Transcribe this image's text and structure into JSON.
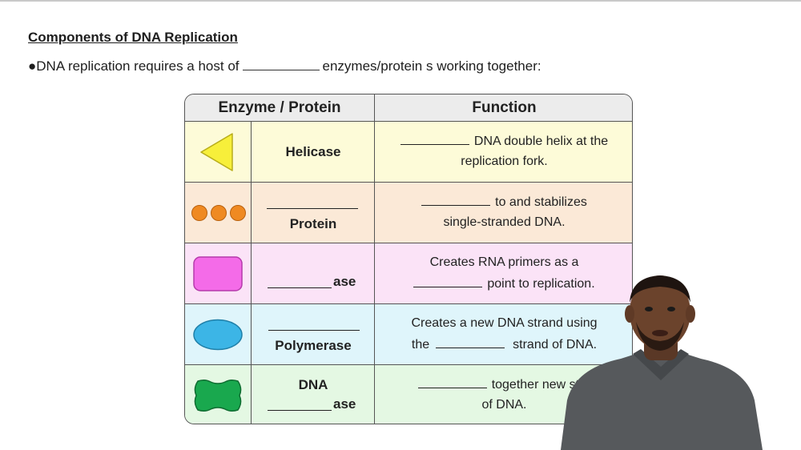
{
  "slide": {
    "heading": "Components of DNA Replication",
    "bullet_prefix": "●DNA replication requires a host of",
    "bullet_suffix": "enzymes/protein s working together:"
  },
  "table": {
    "headers": {
      "enzyme": "Enzyme / Protein",
      "function": "Function"
    },
    "rows": [
      {
        "bg": "#fdfbd8",
        "icon": "yellow-triangle-icon",
        "name_top": "",
        "name_bottom": "Helicase",
        "func_line1": "DNA double helix at the",
        "func_line2": "replication fork."
      },
      {
        "bg": "#fbe9d7",
        "icon": "three-orange-circles-icon",
        "name_top": "",
        "name_bottom": "Protein",
        "func_line1": "to and stabilizes",
        "func_line2": "single-stranded DNA."
      },
      {
        "bg": "#fbe3f7",
        "icon": "pink-rounded-rectangle-icon",
        "name_top": "",
        "name_bottom": "ase",
        "func_line1": "Creates RNA primers as a",
        "func_line2": "point to replication."
      },
      {
        "bg": "#dff5fb",
        "icon": "blue-ellipse-icon",
        "name_top": "",
        "name_bottom": "Polymerase",
        "func_line1": "Creates a new DNA strand using",
        "func_line2_prefix": "the",
        "func_line2": "strand of DNA."
      },
      {
        "bg": "#e4f8e3",
        "icon": "green-clamp-icon",
        "name_top": "DNA",
        "name_bottom": "ase",
        "func_line1": "together new stra",
        "func_line2": "of DNA."
      }
    ]
  },
  "colors": {
    "triangle": "#f7ef3a",
    "circles": "#ef8a22",
    "pink": "#f46be8",
    "blue": "#3cb5e6",
    "green": "#19a84e"
  }
}
